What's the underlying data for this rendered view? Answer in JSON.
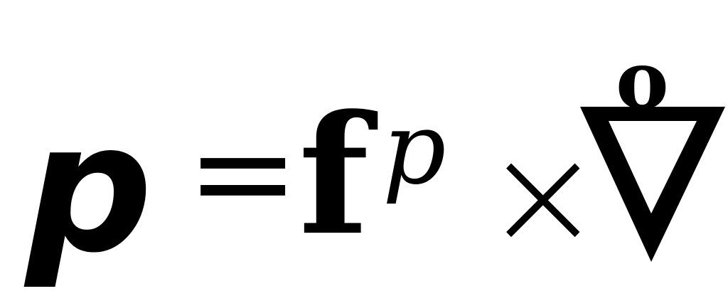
{
  "formula": {
    "lhs": "p",
    "equals": "=",
    "f": "f",
    "superscript": "p",
    "times": "×",
    "nabla": "∇",
    "dot": "o"
  }
}
